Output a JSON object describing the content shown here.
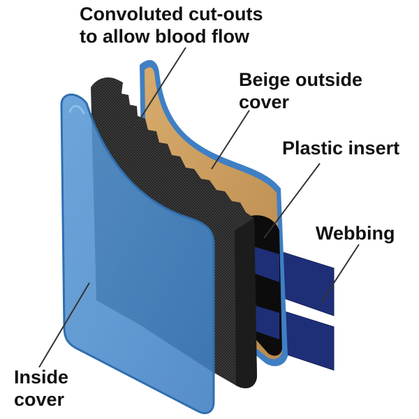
{
  "labels": {
    "cutouts": {
      "line1": "Convoluted cut-outs",
      "line2": "to allow blood flow"
    },
    "beige": {
      "line1": "Beige outside",
      "line2": "cover"
    },
    "plastic": {
      "line1": "Plastic insert"
    },
    "webbing": {
      "line1": "Webbing"
    },
    "inside": {
      "line1": "Inside",
      "line2": "cover"
    }
  },
  "colors": {
    "inside_cover": "#4f8fcf",
    "inside_cover_edge": "#2f6fb0",
    "foam": "#2a2a2a",
    "beige_cover": "#c89a5c",
    "beige_border": "#3f7fc4",
    "webbing": "#1e2f78",
    "plastic": "#0c0c0c",
    "leader": "#333333"
  }
}
